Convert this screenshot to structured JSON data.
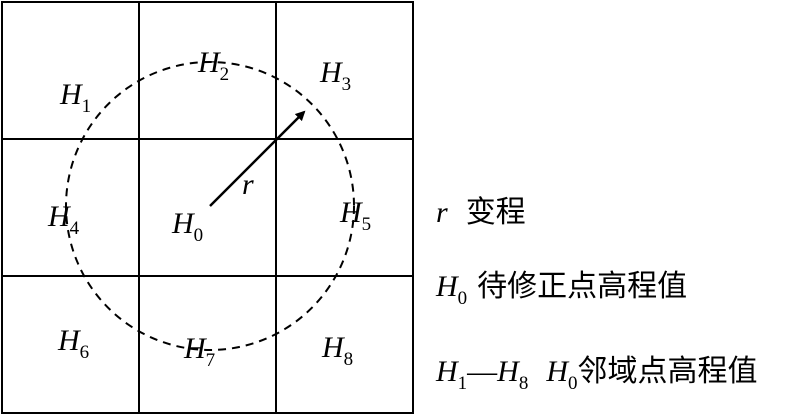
{
  "grid": {
    "cells": [
      {
        "id": "h1",
        "base": "H",
        "sub": "1"
      },
      {
        "id": "h2",
        "base": "H",
        "sub": "2"
      },
      {
        "id": "h3",
        "base": "H",
        "sub": "3"
      },
      {
        "id": "h4",
        "base": "H",
        "sub": "4"
      },
      {
        "id": "h0",
        "base": "H",
        "sub": "0"
      },
      {
        "id": "h5",
        "base": "H",
        "sub": "5"
      },
      {
        "id": "h6",
        "base": "H",
        "sub": "6"
      },
      {
        "id": "h7",
        "base": "H",
        "sub": "7"
      },
      {
        "id": "h8",
        "base": "H",
        "sub": "8"
      }
    ],
    "radius_label": "r"
  },
  "legend": {
    "row1": {
      "symbol": "r",
      "text": "变程"
    },
    "row2": {
      "base": "H",
      "sub": "0",
      "text": "待修正点高程值"
    },
    "row3": {
      "base1": "H",
      "sub1": "1",
      "dash": "—",
      "base2": "H",
      "sub2": "8",
      "base3": "H",
      "sub3": "0",
      "text": "邻域点高程值"
    }
  }
}
